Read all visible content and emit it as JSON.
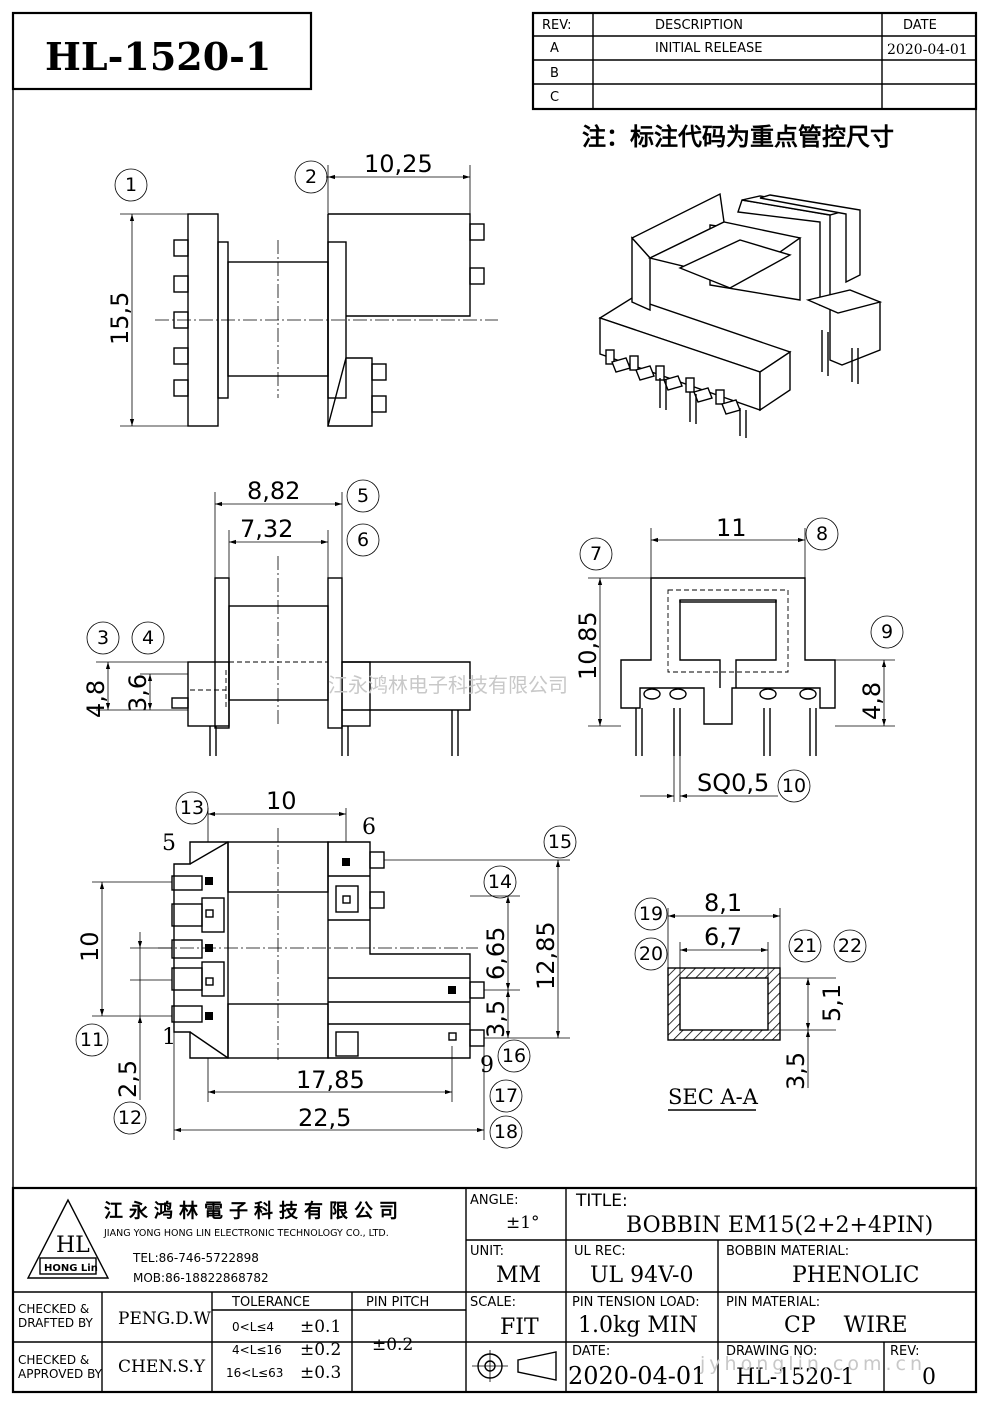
{
  "header": {
    "part_number": "HL-1520-1",
    "revision_table": {
      "headers": [
        "REV:",
        "DESCRIPTION",
        "DATE"
      ],
      "rows": [
        {
          "rev": "A",
          "description": "INITIAL RELEASE",
          "date": "2020-04-01"
        },
        {
          "rev": "B",
          "description": "",
          "date": ""
        },
        {
          "rev": "C",
          "description": "",
          "date": ""
        }
      ]
    },
    "note": "注：标注代码为重点管控尺寸"
  },
  "dimensions": {
    "d1": "15,5",
    "d2": "10,25",
    "d5": "8,82",
    "d6": "7,32",
    "d3": "4,8",
    "d4": "3,6",
    "d7": "10,85",
    "d8": "11",
    "d9": "4,8",
    "d10": "SQ0,5",
    "d13": "10",
    "d11": "10",
    "d12": "2,5",
    "d14": "6,65",
    "d15": "12,85",
    "d16": "3,5",
    "d17": "17,85",
    "d18": "22,5",
    "d19": "8,1",
    "d20": "6,7",
    "d21": "5,1",
    "d22": "3,5"
  },
  "balloons": [
    "1",
    "2",
    "3",
    "4",
    "5",
    "6",
    "7",
    "8",
    "9",
    "10",
    "11",
    "12",
    "13",
    "14",
    "15",
    "16",
    "17",
    "18",
    "19",
    "20",
    "21",
    "22"
  ],
  "pin_labels": {
    "p5": "5",
    "p6": "6",
    "p1": "1",
    "p9": "9"
  },
  "section_label": "SEC A-A",
  "watermark": {
    "company": "江永鸿林电子科技有限公司",
    "url": "jyhonglin.com.cn"
  },
  "title_block": {
    "company_cn": "江永鸿林電子科技有限公司",
    "company_en": "JIANG YONG HONG LIN ELECTRONIC TECHNOLOGY CO., LTD.",
    "tel": "TEL:86-746-5722898",
    "mob": "MOB:86-18822868782",
    "logo_text": "HL",
    "logo_sub": "HONG Lin",
    "angle_label": "ANGLE:",
    "angle_value": "±1°",
    "title_label": "TITLE:",
    "title_value": "BOBBIN EM15(2+2+4PIN)",
    "unit_label": "UNIT:",
    "unit_value": "MM",
    "ul_label": "UL REC:",
    "ul_value": "UL 94V-0",
    "bobbin_material_label": "BOBBIN MATERIAL:",
    "bobbin_material_value": "PHENOLIC",
    "checked_drafted_label": [
      "CHECKED &",
      "DRAFTED BY"
    ],
    "checked_drafted_value": "PENG.D.W",
    "tolerance_label": "TOLERANCE",
    "tolerance_rows": [
      {
        "range": "0<L≤4",
        "tol": "±0.1"
      },
      {
        "range": "4<L≤16",
        "tol": "±0.2"
      },
      {
        "range": "16<L≤63",
        "tol": "±0.3"
      }
    ],
    "pin_pitch_label": "PIN PITCH",
    "pin_pitch_value": "±0.2",
    "scale_label": "SCALE:",
    "scale_value": "FIT",
    "pin_tension_label": "PIN TENSION LOAD:",
    "pin_tension_value": "1.0kg MIN",
    "pin_material_label": "PIN MATERIAL:",
    "pin_material_value": "CP    WIRE",
    "checked_approved_label": [
      "CHECKED &",
      "APPROVED BY"
    ],
    "checked_approved_value": "CHEN.S.Y",
    "date_label": "DATE:",
    "date_value": "2020-04-01",
    "drawing_no_label": "DRAWING NO:",
    "drawing_no_value": "HL-1520-1",
    "rev_label": "REV:",
    "rev_value": "0"
  }
}
